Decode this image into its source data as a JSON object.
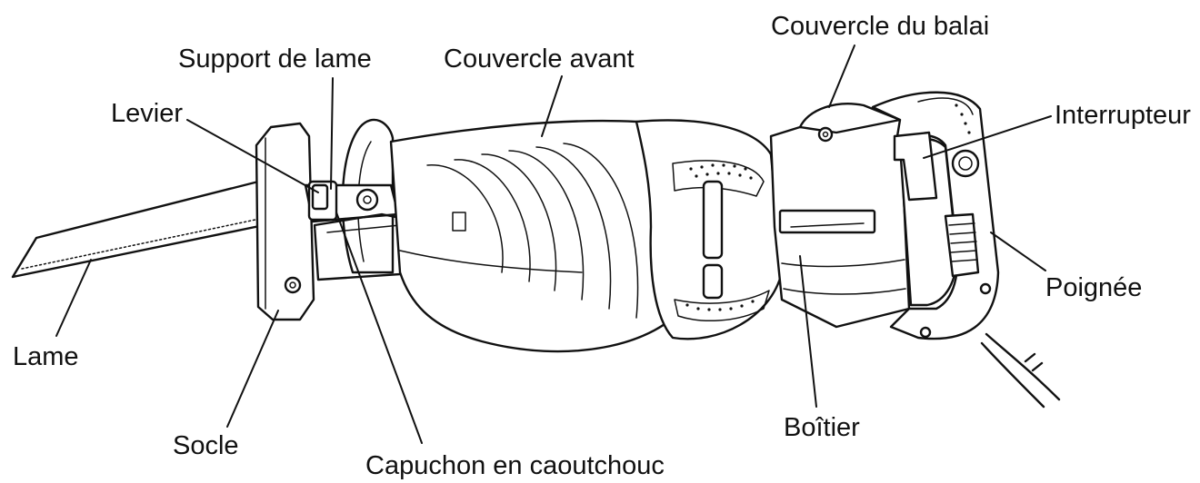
{
  "diagram": {
    "labels": {
      "couvercle_du_balai": "Couvercle du balai",
      "support_de_lame": "Support de lame",
      "couvercle_avant": "Couvercle avant",
      "levier": "Levier",
      "interrupteur": "Interrupteur",
      "poignee": "Poignée",
      "lame": "Lame",
      "socle": "Socle",
      "boitier": "Boîtier",
      "capuchon": "Capuchon en caoutchouc"
    },
    "colors": {
      "ink": "#111111",
      "background": "#ffffff"
    }
  }
}
